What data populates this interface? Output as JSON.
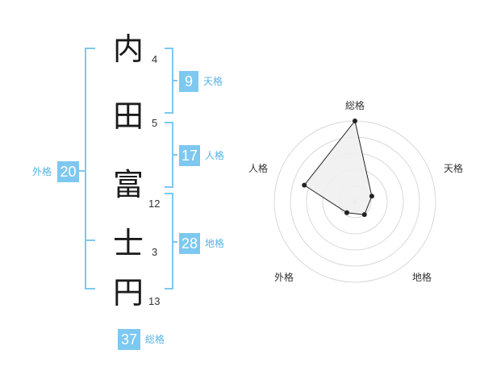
{
  "name": {
    "characters": [
      {
        "char": "内",
        "strokes": "4"
      },
      {
        "char": "田",
        "strokes": "5"
      },
      {
        "char": "富",
        "strokes": "12"
      },
      {
        "char": "士",
        "strokes": "3"
      },
      {
        "char": "円",
        "strokes": "13"
      }
    ]
  },
  "scores": {
    "tenkaku": {
      "value": "9",
      "label": "天格"
    },
    "jinkaku": {
      "value": "17",
      "label": "人格"
    },
    "chikaku": {
      "value": "28",
      "label": "地格"
    },
    "gaikaku": {
      "value": "20",
      "label": "外格"
    },
    "soukaku": {
      "value": "37",
      "label": "総格"
    }
  },
  "colors": {
    "bracket": "#7dc8f0",
    "box": "#7dc8f0",
    "label": "#56b3e6",
    "grid": "#d8d8d8",
    "polygon_fill": "#f0f0f0",
    "polygon_stroke": "#222222"
  },
  "chart_data": {
    "type": "radar",
    "axes": [
      "総格",
      "天格",
      "地格",
      "外格",
      "人格"
    ],
    "max": 5,
    "rings": 5,
    "values": [
      5,
      1.1,
      1.0,
      0.85,
      3.3
    ]
  }
}
